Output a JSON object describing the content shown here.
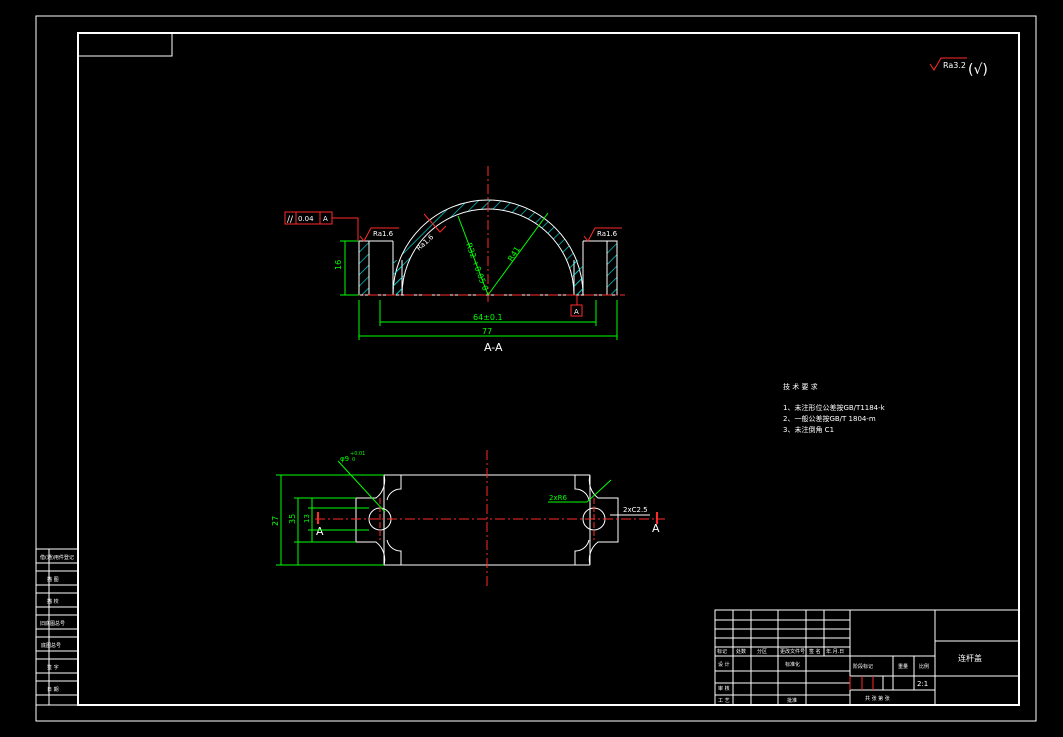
{
  "roughness_symbol": {
    "value": "Ra3.2",
    "suffix": "(√)"
  },
  "section_view": {
    "label": "A-A",
    "parallelism": {
      "symbol": "//",
      "value": "0.04",
      "datum": "A"
    },
    "roughness_left": "Ra1.6",
    "roughness_right": "Ra1.6",
    "roughness_inner": "Ra1.6",
    "radius_inner": "R32 +0.05 0",
    "radius_outer": "R41",
    "height_dim": "16",
    "width_dim_inner": "64±0.1",
    "width_dim_outer": "77",
    "datum_label": "A"
  },
  "tech_requirements": {
    "title": "技 术 要 求",
    "items": [
      "1、未注形位公差按GB/T1184-k",
      "2、一般公差按GB/T 1804-m",
      "3、未注倒角 C1"
    ]
  },
  "plan_view": {
    "hole_dim": "φ9",
    "hole_tol_upper": "+0.01",
    "hole_tol_lower": "0",
    "fillet_dim": "2xR6",
    "chamfer_dim": "2xC2.5",
    "height_27": "27",
    "height_35": "35",
    "height_13": "13",
    "section_mark_left": "A",
    "section_mark_right": "A"
  },
  "side_stamp_cells": [
    "借(通)用件登记",
    "描 图",
    "描 校",
    "旧底图总号",
    "底图总号",
    "签 字",
    "日 期"
  ],
  "title_block": {
    "part_name": "连杆盖",
    "row_headers": [
      "标记",
      "处数",
      "分区",
      "更改文件号",
      "签 名",
      "年.月.日"
    ],
    "design_row": [
      "设 计",
      "标准化"
    ],
    "review_row": [
      "审 核"
    ],
    "process_row": [
      "工 艺",
      "批准"
    ],
    "stage_headers": [
      "阶段标记",
      "重量",
      "比例"
    ],
    "scale": "2:1",
    "sheet_text": "共 张 第 张"
  }
}
